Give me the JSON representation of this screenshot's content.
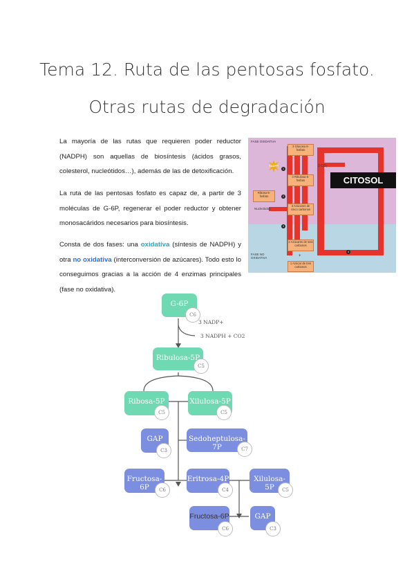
{
  "heading": {
    "line1": "Tema 12. Ruta de las pentosas fosfato.",
    "line2": "Otras rutas de degradación"
  },
  "paragraphs": {
    "p1": "La mayoría de las rutas que requieren poder reductor (NADPH) son aquellas de biosíntesis (ácidos grasos, colesterol, nucleótidos…), además de las de detoxificación.",
    "p2": "La ruta de las pentosas fosfato es capaz de, a partir de 3 moléculas de G-6P, regenerar el poder reductor y obtener monosacáridos necesarios para biosíntesis.",
    "p3_a": "Consta de dos fases: una ",
    "p3_oxidativa": "oxidativa",
    "p3_b": " (síntesis de NADPH) y otra ",
    "p3_no_oxidativa": "no oxidativa",
    "p3_c": " (interconversión de azúcares). Todo esto lo conseguimos gracias a la acción de 4 enzimas principales (fase no oxidativa)."
  },
  "figure": {
    "phase_top": "FASE OXIDATIVA",
    "phase_bottom": "FASE NO OXIDATIVA",
    "citosol": "CITOSOL",
    "nadph": "NADPH",
    "co2": "3 CO₂",
    "box1": "3 Glucosa 6-fosfato",
    "box2": "3 Ribulosa-5-fosfato",
    "box3": "3 Azúcares de cinco carbonos",
    "box4": "2 Azúcares de seis carbonos",
    "box5": "1 Azúcar de tres carbonos",
    "side_box": "Ribosa-5-fosfato",
    "side_label": "Nucleótidos",
    "plus": "+",
    "numbers": [
      "1",
      "2",
      "3",
      "4"
    ]
  },
  "flowchart": {
    "g6p": {
      "label": "G-6P",
      "badge": "C6"
    },
    "nadp_in": "3 NADP+",
    "nadph_out": "3 NADPH + CO2",
    "ribulosa": {
      "label": "Ribulosa-5P",
      "badge": "C5"
    },
    "ribosa": {
      "label": "Ribosa-5P",
      "badge": "C5"
    },
    "xilulosa1": {
      "label": "Xilulosa-5P",
      "badge": "C5"
    },
    "gap1": {
      "label": "GAP",
      "badge": "C3"
    },
    "sedoheptulosa": {
      "label": "Sedoheptulosa-7P",
      "badge": "C7"
    },
    "fructosa1": {
      "label": "Fructosa-6P",
      "badge": "C6"
    },
    "eritrosa": {
      "label": "Eritrosa-4P",
      "badge": "C4"
    },
    "xilulosa2": {
      "label": "Xilulosa-5P",
      "badge": "C5"
    },
    "fructosa2": {
      "label": "Fructosa-6P",
      "badge": "C6"
    },
    "gap2": {
      "label": "GAP",
      "badge": "C3"
    }
  }
}
